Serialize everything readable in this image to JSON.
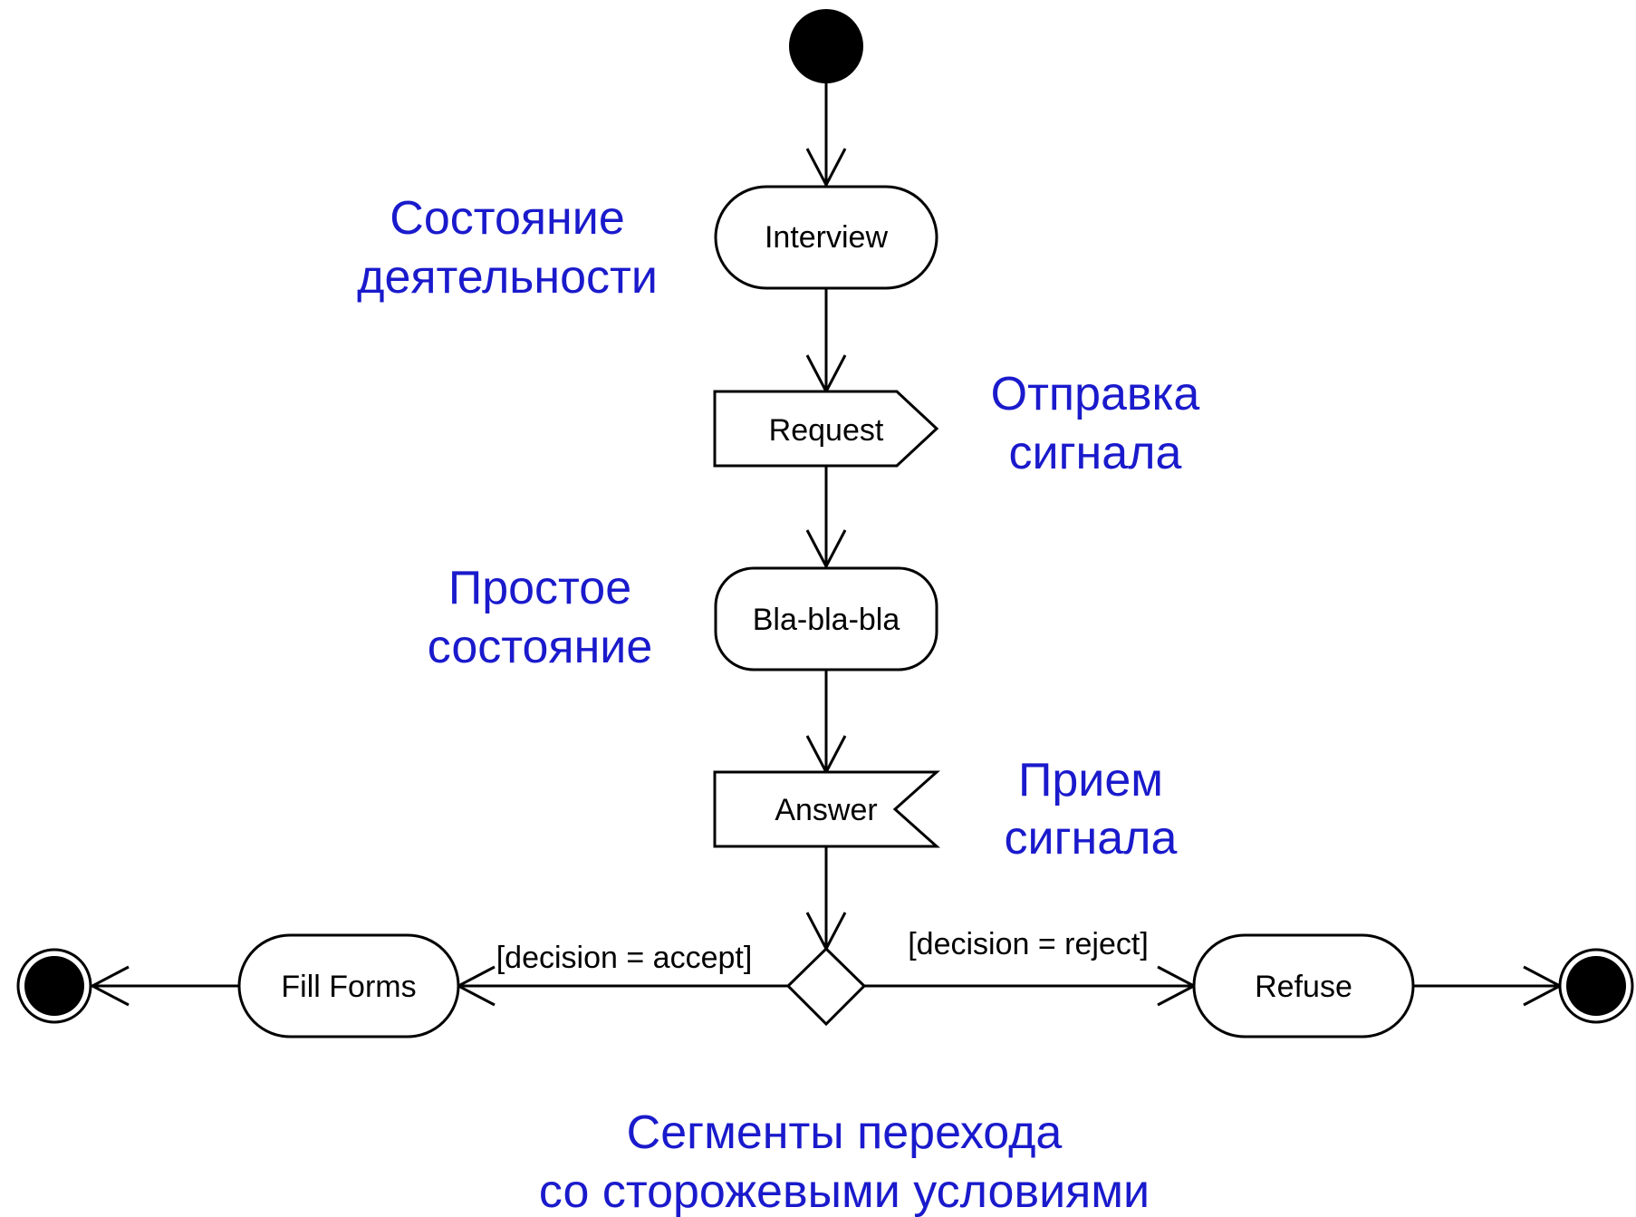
{
  "colors": {
    "annotation": "#1a1acc",
    "line": "#000000",
    "fill": "#ffffff"
  },
  "nodes": {
    "interview": "Interview",
    "request": "Request",
    "simple_state": "Bla-bla-bla",
    "answer": "Answer",
    "fill_forms": "Fill Forms",
    "refuse": "Refuse"
  },
  "guards": {
    "accept": "[decision = accept]",
    "reject": "[decision = reject]"
  },
  "annotations": {
    "activity_state": [
      "Состояние",
      "деятельности"
    ],
    "send_signal": [
      "Отправка",
      "сигнала"
    ],
    "simple_state": [
      "Простое",
      "состояние"
    ],
    "receive_signal": [
      "Прием",
      "сигнала"
    ],
    "guarded_transitions": [
      "Сегменты перехода",
      "со сторожевыми условиями"
    ]
  }
}
